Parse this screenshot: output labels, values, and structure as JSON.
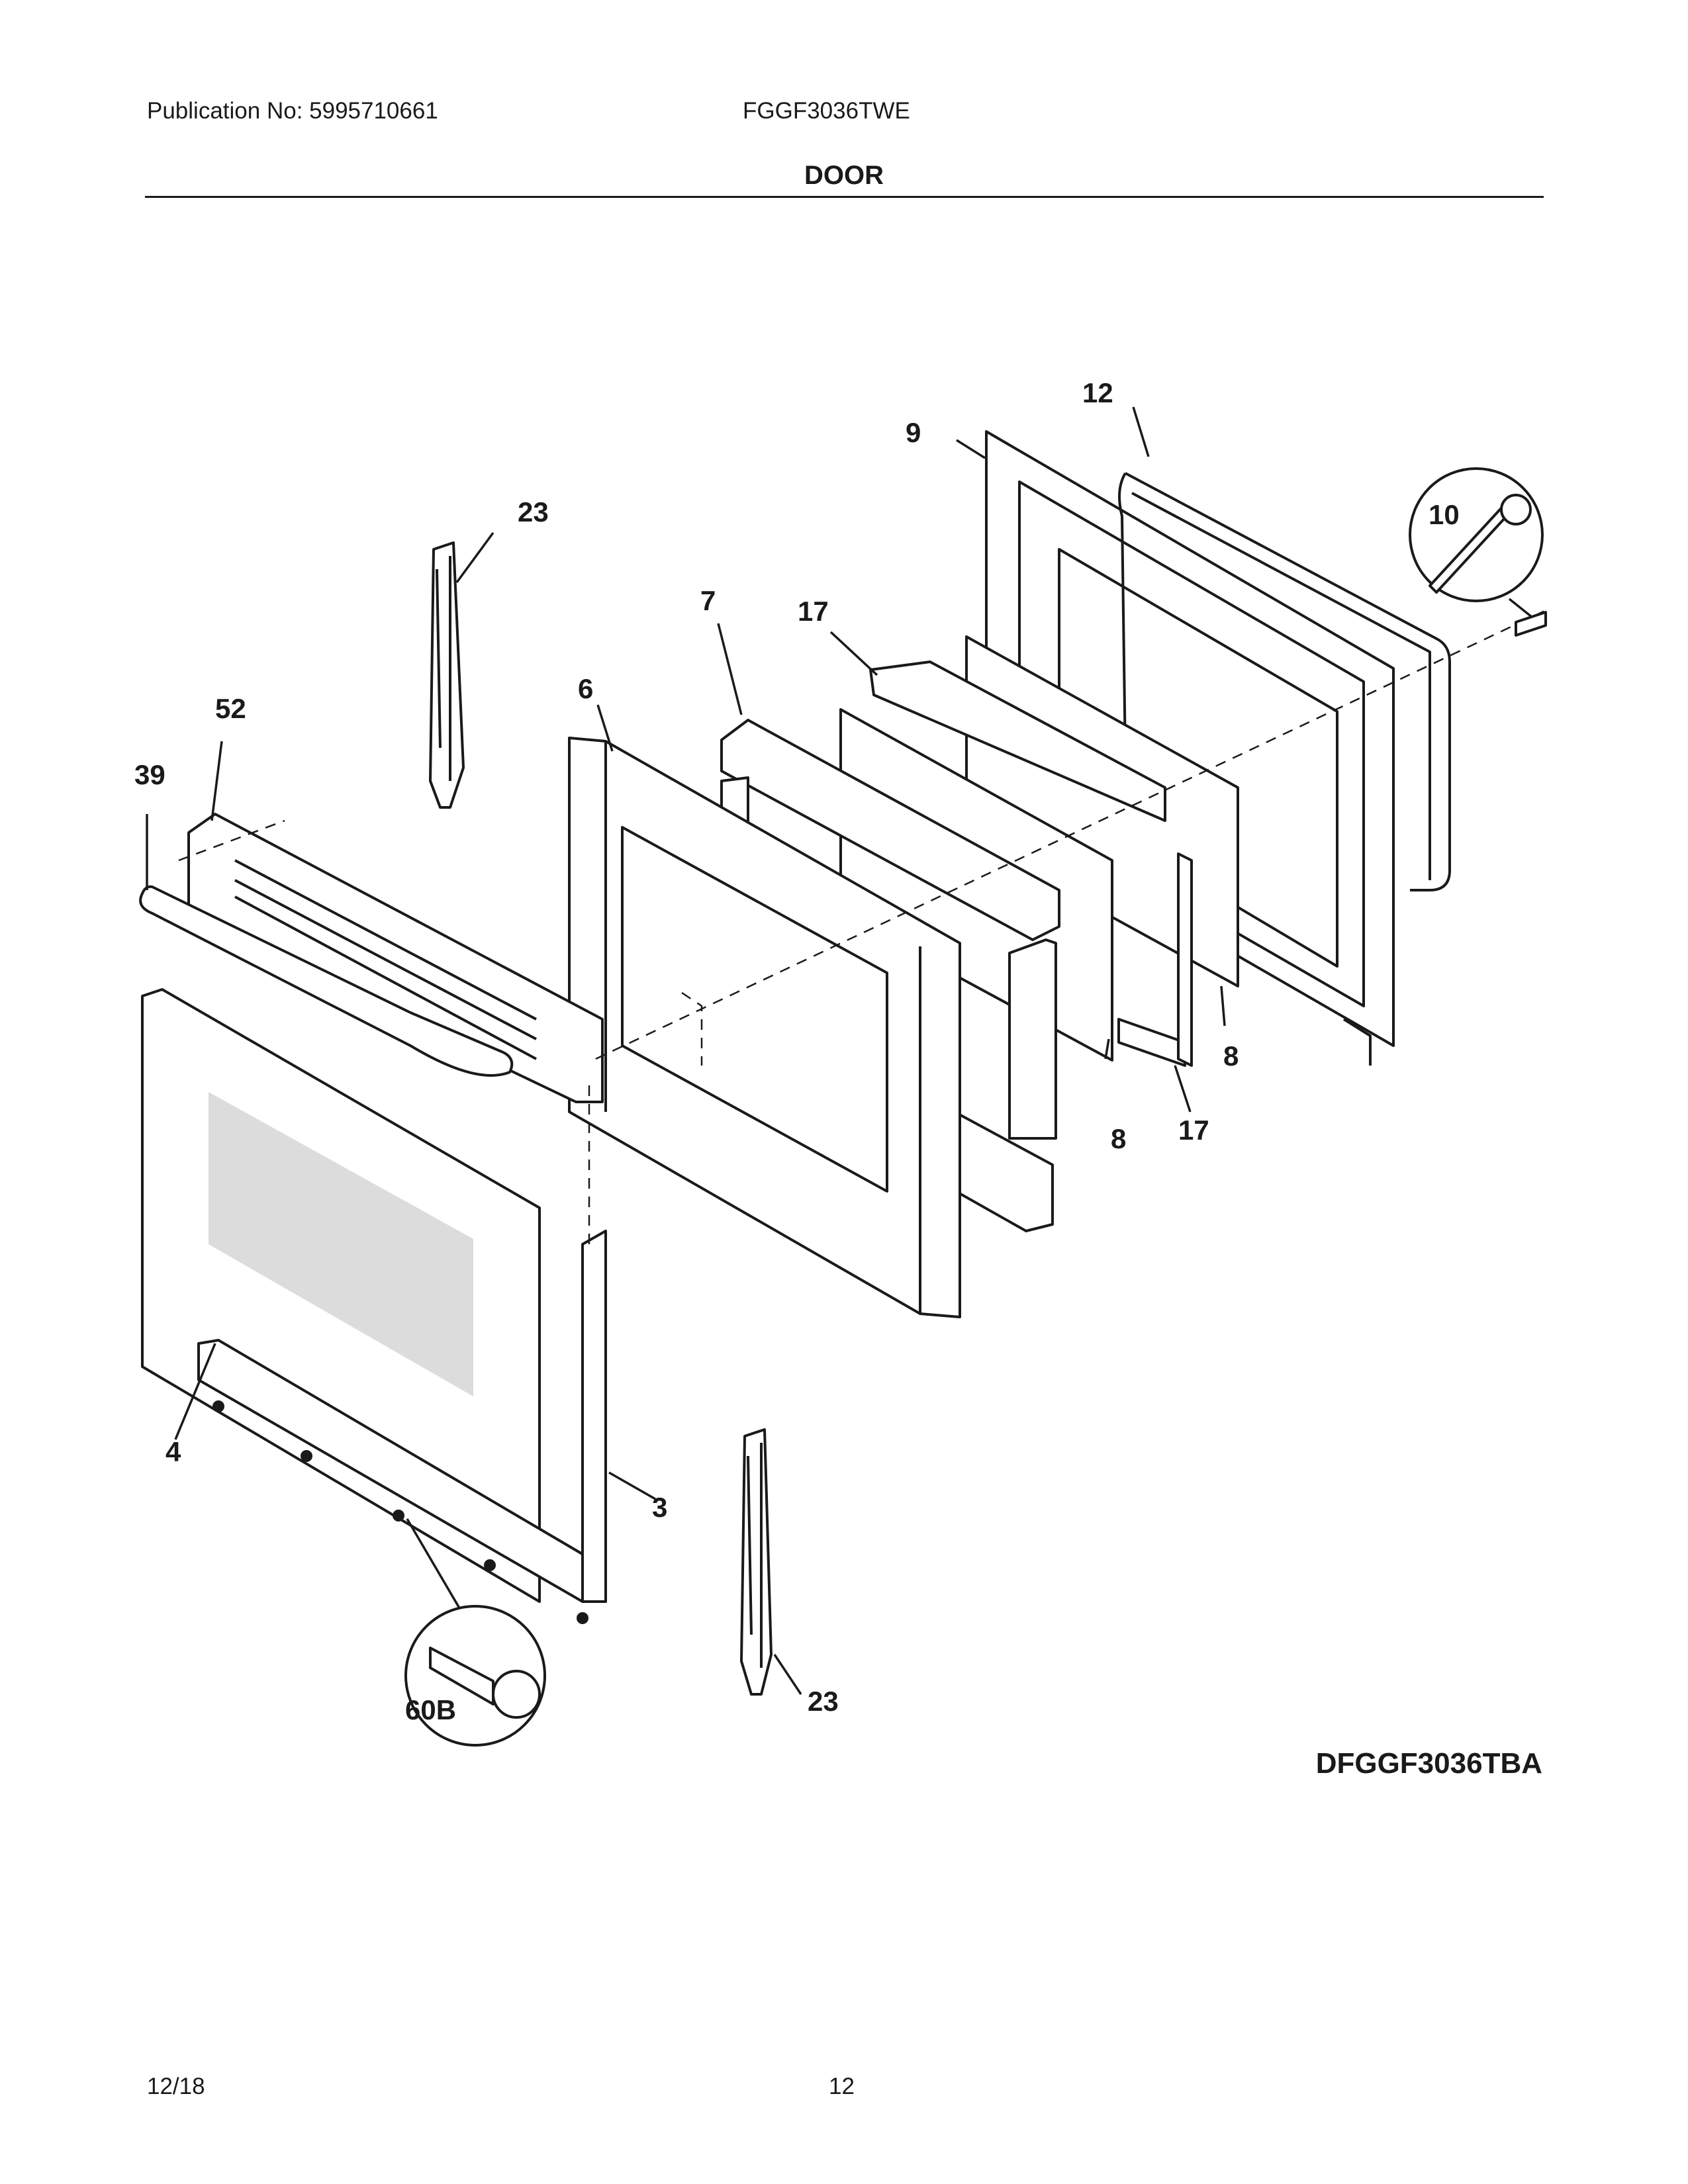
{
  "header": {
    "publication": "Publication No: 5995710661",
    "model": "FGGF3036TWE",
    "section": "DOOR"
  },
  "diagram": {
    "code": "DFGGF3036TBA",
    "callouts": [
      "12",
      "9",
      "10",
      "23",
      "7",
      "17",
      "6",
      "52",
      "39",
      "8",
      "8",
      "17",
      "4",
      "3",
      "60B",
      "23"
    ]
  },
  "footer": {
    "date": "12/18",
    "page": "12"
  }
}
